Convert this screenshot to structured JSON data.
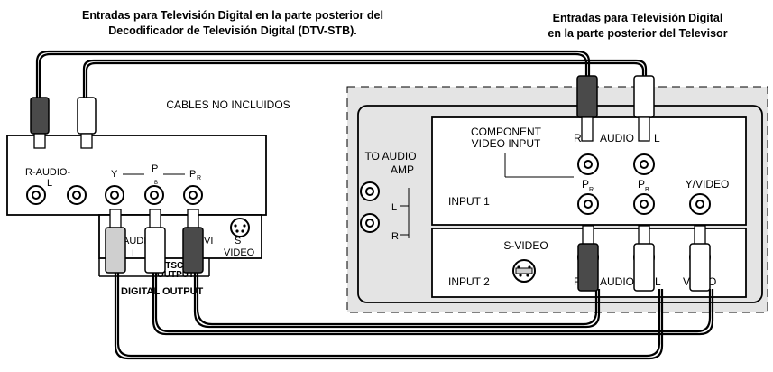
{
  "header": {
    "left_line1": "Entradas para Televisión Digital en la parte posterior del",
    "left_line2": "Decodificador de Televisión Digital (DTV-STB).",
    "right_line1": "Entradas para Televisión Digital",
    "right_line2": "en la parte posterior del Televisor"
  },
  "cables_note": "CABLES NO INCLUIDOS",
  "stb": {
    "r_audio_l": "R-AUDIO-",
    "l": "L",
    "y": "Y",
    "p": "P",
    "pb_sub": "B",
    "pr": "P",
    "pr_sub": "R",
    "audio_l": "AUDI",
    "l2": "L",
    "vi": "VI",
    "s": "S",
    "video": "VIDEO",
    "ntsc": "NTSC",
    "output": "OUTPUT",
    "digital_output": "DIGITAL OUTPUT"
  },
  "tv": {
    "component_line1": "COMPONENT",
    "component_line2": "VIDEO INPUT",
    "r": "R",
    "audio": "AUDIO",
    "l": "L",
    "to_audio_amp_1": "TO AUDIO",
    "to_audio_amp_2": "AMP",
    "amp_l": "L",
    "amp_r": "R",
    "input1": "INPUT 1",
    "pr": "P",
    "pr_sub": "R",
    "pb": "P",
    "pb_sub": "B",
    "y_video": "Y/VIDEO",
    "s_video": "S-VIDEO",
    "input2": "INPUT 2",
    "r2": "R",
    "audio2": "AUDIO",
    "l2": "L",
    "video2": "VIDEO"
  },
  "colors": {
    "cable": "#000000",
    "plug_dark": "#4a4a4a",
    "plug_light": "#ffffff",
    "panel_fill": "#e4e4e4"
  }
}
